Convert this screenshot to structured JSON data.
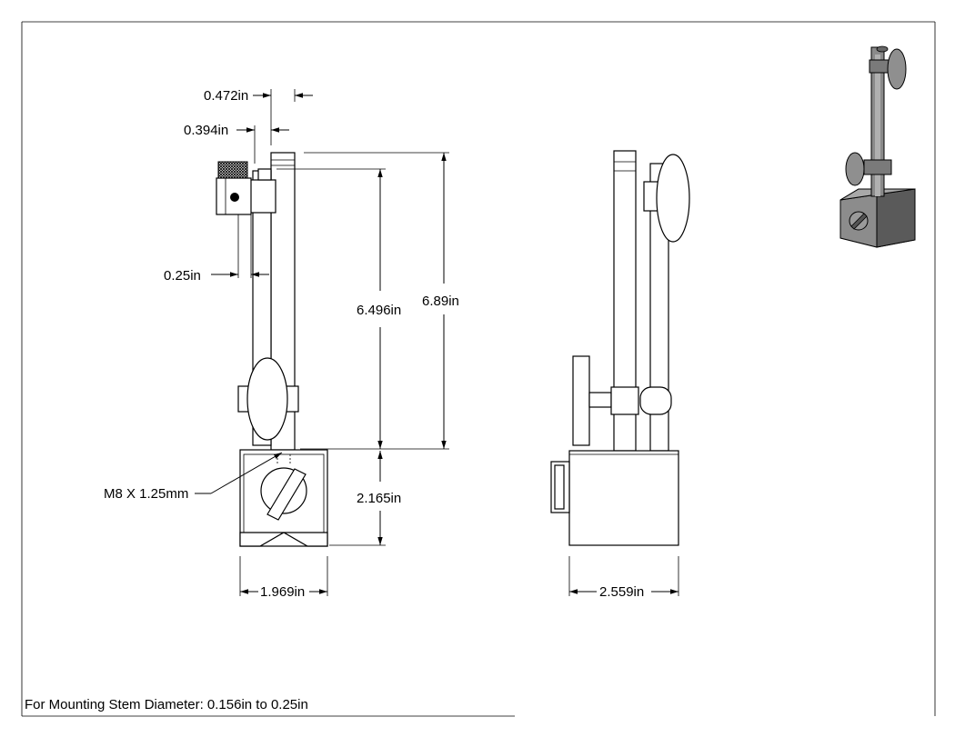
{
  "dimensions": {
    "stem_offset": "0.472in",
    "holder_width": "0.394in",
    "stem_hole": "0.25in",
    "column_height": "6.496in",
    "overall_height": "6.89in",
    "thread": "M8 X 1.25mm",
    "base_height": "2.165in",
    "base_width": "1.969in",
    "base_depth": "2.559in"
  },
  "footer": {
    "note": "For Mounting Stem Diameter: 0.156in to 0.25in"
  },
  "colors": {
    "line": "#000000",
    "iso_dark": "#5a5a5a",
    "iso_mid": "#8a8a8a",
    "iso_light": "#b5b5b5"
  }
}
